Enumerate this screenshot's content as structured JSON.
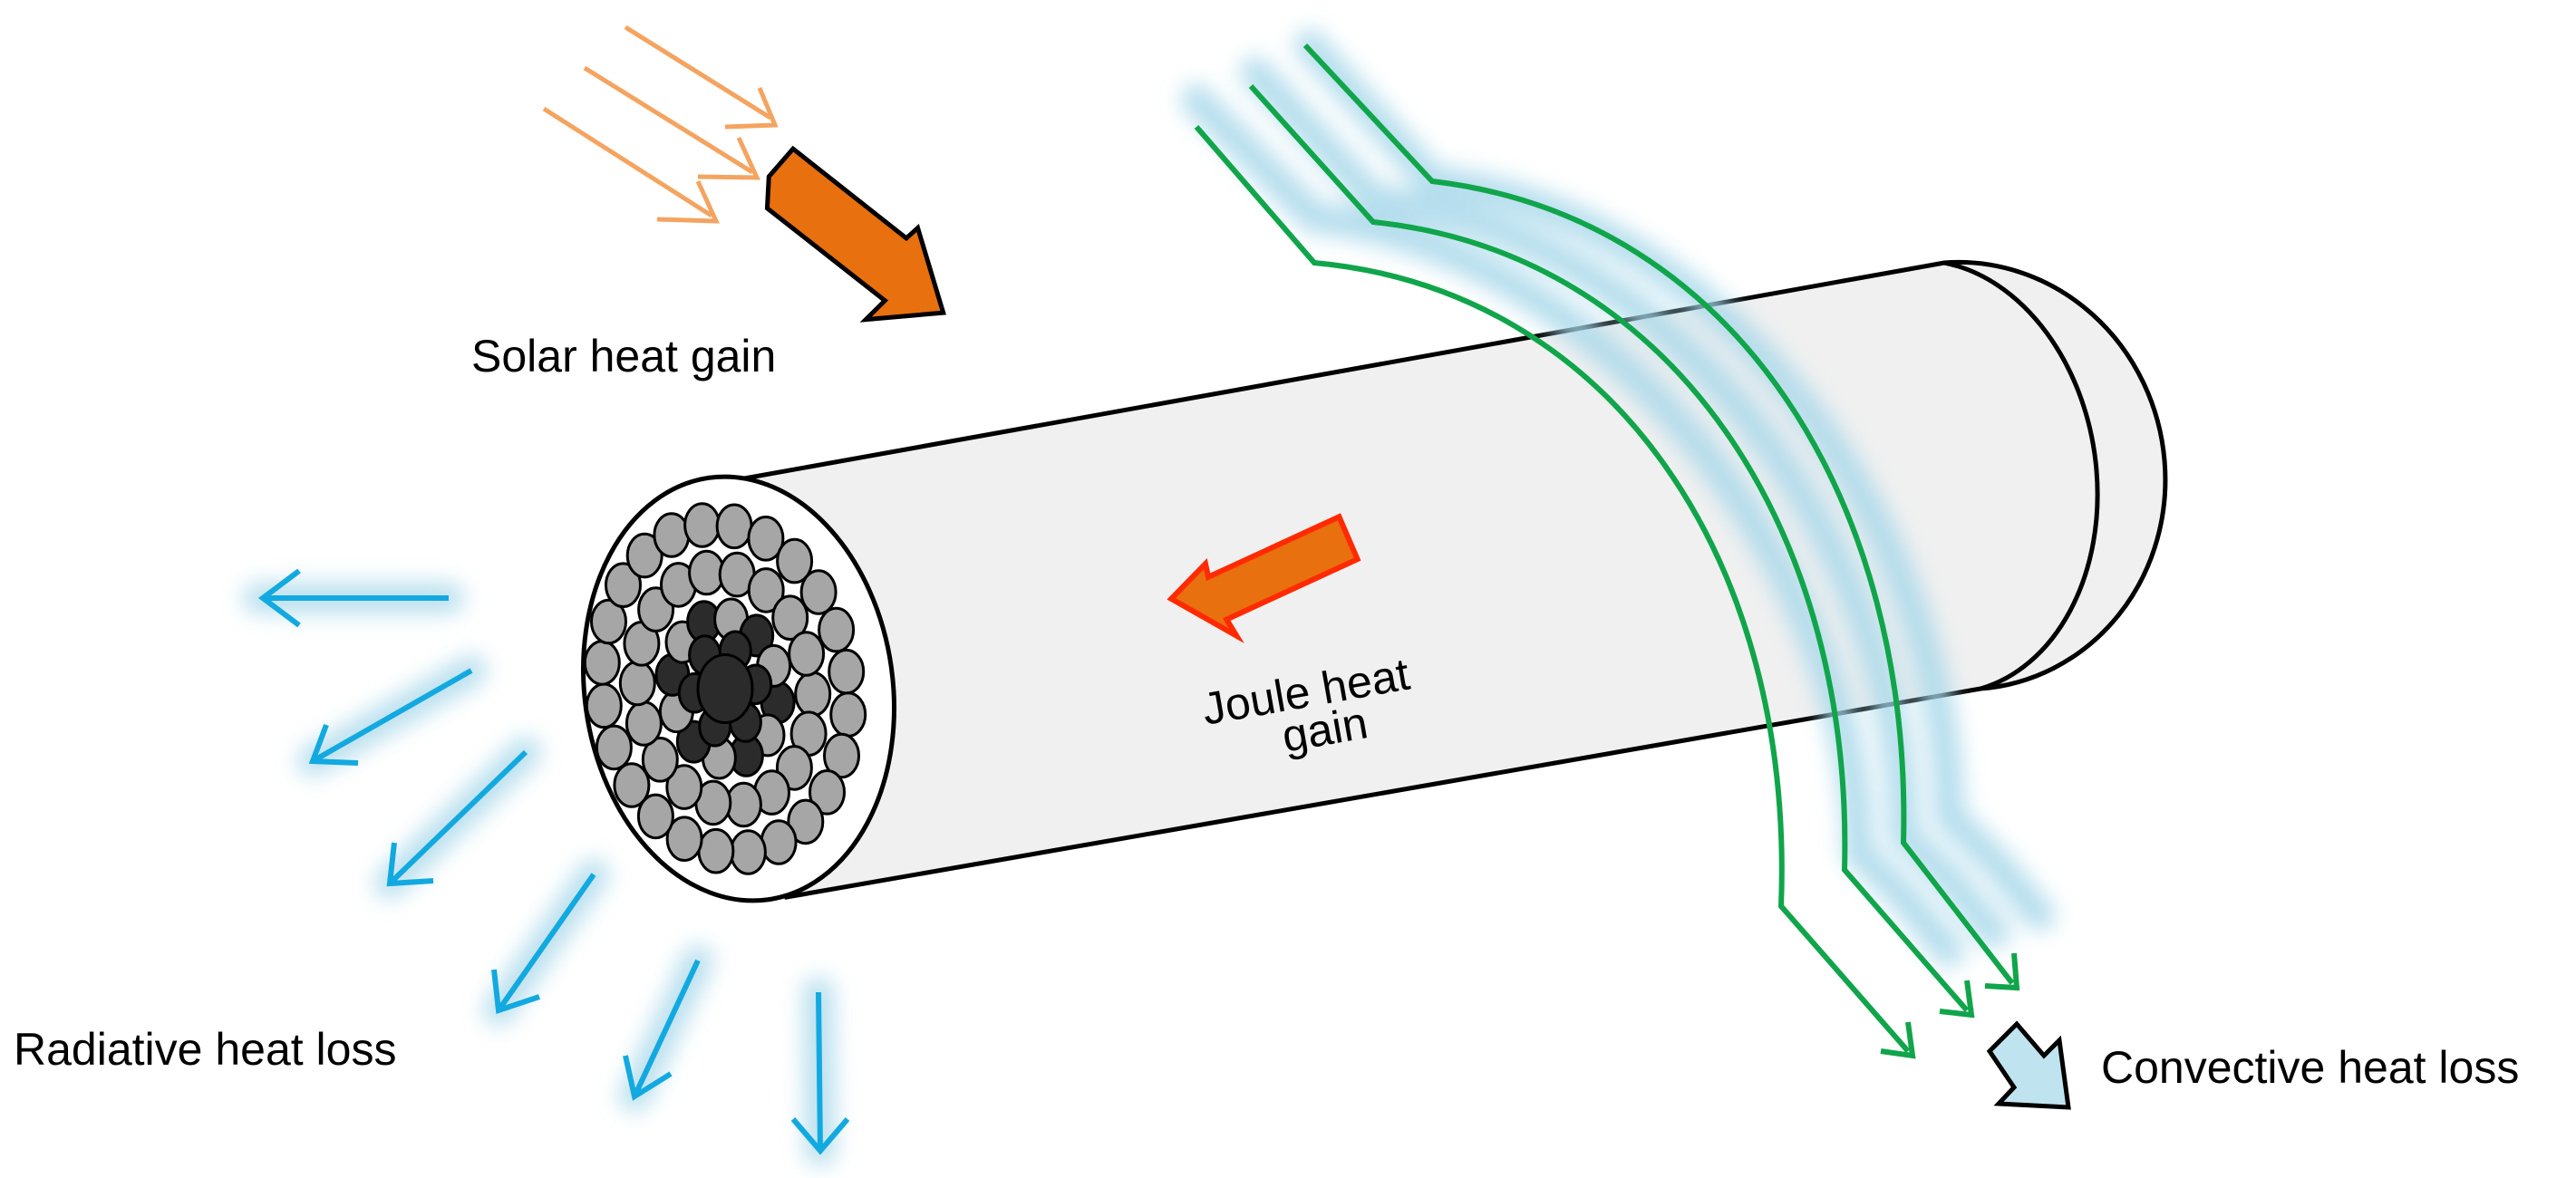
{
  "labels": {
    "solar": "Solar heat gain",
    "joule_line1": "Joule heat",
    "joule_line2": "gain",
    "radiative": "Radiative heat loss",
    "convective": "Convective heat loss"
  },
  "colors": {
    "solar_arrow": "#f4a460",
    "orange_fill": "#e8700e",
    "joule_outline": "#ff2a00",
    "radiative_arrow": "#12a9e0",
    "convective_arrow": "#10a54a",
    "glow": "#a8d8ea",
    "conductor_body": "#f0f0f0",
    "steel_core": "#2b2b2b",
    "aluminum_strand": "#a6a6a6",
    "convective_outline_arrow": "#bfe4ef"
  },
  "icons": {
    "solar": "solar-rays-icon",
    "joule": "joule-arrow-icon",
    "radiative": "radiation-arrows-icon",
    "convective": "airflow-arrows-icon"
  }
}
